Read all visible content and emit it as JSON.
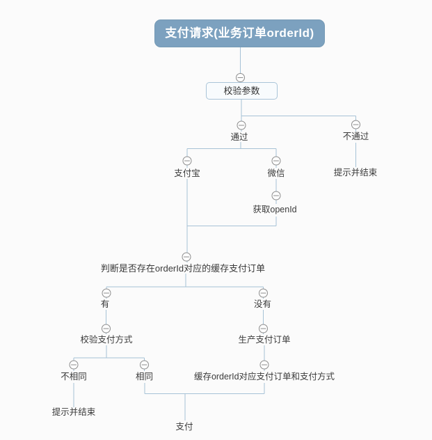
{
  "canvas": {
    "background_color": "#fbfbfb",
    "line_color": "#a6c2d6",
    "root_fill_color": "#7ca1bf",
    "icons": {
      "collapse": "minus-circle"
    }
  },
  "mindmap": {
    "root_label": "支付请求(业务订单orderId)",
    "nodes": {
      "validate_params": "校验参数",
      "pass": "通过",
      "fail": "不通过",
      "fail_end": "提示并结束",
      "alipay": "支付宝",
      "wechat": "微信",
      "get_openid": "获取openId",
      "check_cached_order": "判断是否存在orderId对应的缓存支付订单",
      "has": "有",
      "has_not": "没有",
      "verify_pay_method": "校验支付方式",
      "not_same": "不相同",
      "same": "相同",
      "not_same_end": "提示并结束",
      "create_pay_order": "生产支付订单",
      "cache_pay_order": "缓存orderId对应支付订单和支付方式",
      "pay": "支付"
    }
  }
}
